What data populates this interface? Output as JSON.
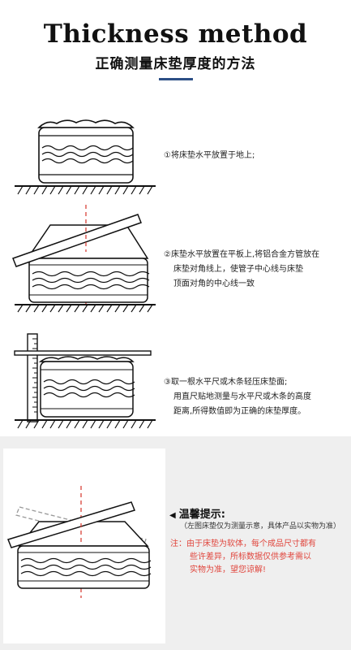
{
  "header": {
    "title_en": "Thickness method",
    "title_cn": "正确测量床垫厚度的方法",
    "accent_color": "#2c4f86"
  },
  "steps": [
    {
      "lines": [
        "①将床垫水平放置于地上;"
      ]
    },
    {
      "lines": [
        "②床垫水平放置在平板上,将铝合金方管放在",
        "床垫对角线上，使管子中心线与床垫",
        "顶面对角的中心线一致"
      ]
    },
    {
      "lines": [
        "③取一根水平尺或木条轻压床垫面;",
        "用直尺贴地测量与水平尺或木条的高度",
        "距离,所得数值即为正确的床垫厚度。"
      ]
    }
  ],
  "tip": {
    "title": "温馨提示:",
    "subtitle": "（左图床垫仅为测量示意，具体产品以实物为准）",
    "note_lines": [
      "注：由于床垫为软体，每个成品尺寸都有",
      "些许差异，所标数据仅供参考需以",
      "实物为准，望您谅解!"
    ],
    "note_color": "#e0453c",
    "section_bg": "#efefef"
  }
}
